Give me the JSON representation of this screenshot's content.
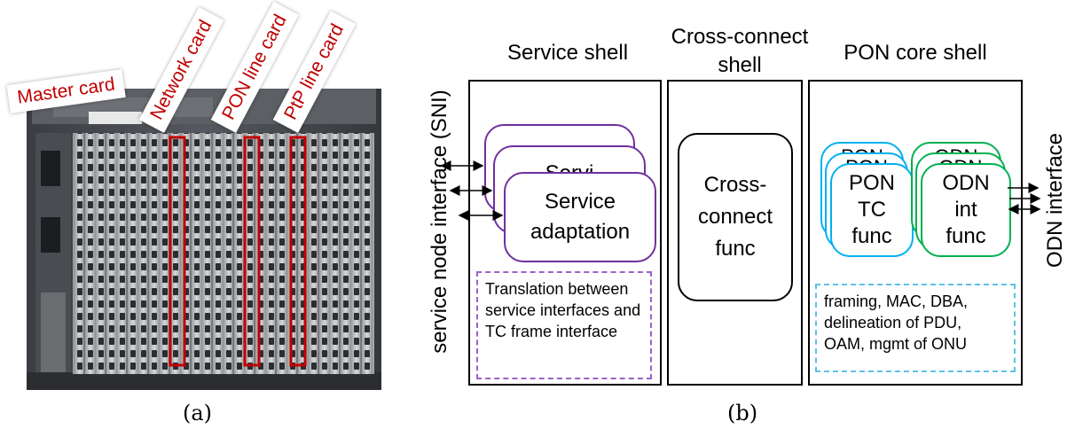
{
  "panel_a": {
    "caption": "(a)",
    "card_labels": {
      "master": "Master card",
      "network": "Network card",
      "pon_line": "PON line card",
      "ptp_line": "PtP line card"
    },
    "highlight_color": "#c00000"
  },
  "panel_b": {
    "caption": "(b)",
    "left_interface": "service node interface (SNI)",
    "right_interface": "ODN interface",
    "service_shell": {
      "title": "Service shell",
      "stack_front": "Service adaptation",
      "stack_peek": "Servi",
      "note": "Translation between service interfaces and TC frame interface",
      "accent": "#7030a0"
    },
    "cross_connect_shell": {
      "title": "Cross-connect shell",
      "func": "Cross-connect func"
    },
    "pon_core_shell": {
      "title": "PON core shell",
      "pon_tc": "PON TC func",
      "pon_peek": "PON",
      "odn": "ODN int func",
      "odn_peek": "ODN",
      "note": "framing, MAC, DBA, delineation of PDU, OAM, mgmt of ONU",
      "pon_color": "#00b0f0",
      "odn_color": "#00b050"
    }
  }
}
